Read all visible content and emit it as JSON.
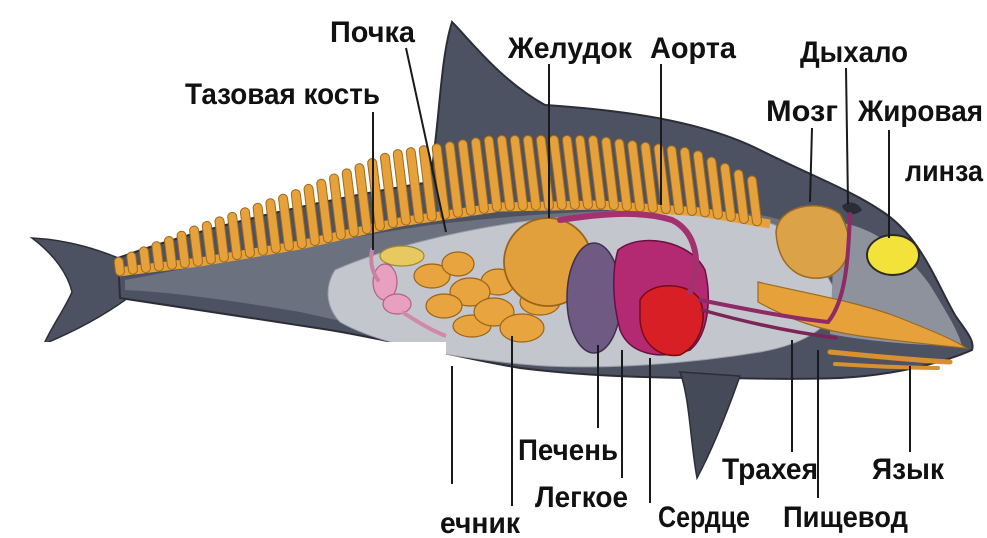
{
  "labels": {
    "kidney": "Почка",
    "pelvic_bone": "Тазовая кость",
    "stomach": "Желудок",
    "aorta": "Аорта",
    "blowhole": "Дыхало",
    "brain": "Мозг",
    "fat_lens_line1": "Жировая",
    "fat_lens_line2": "линза",
    "liver": "Печень",
    "lung": "Легкое",
    "heart": "Сердце",
    "trachea": "Трахея",
    "esophagus": "Пищевод",
    "tongue": "Язык",
    "intestine": "ечник"
  },
  "colors": {
    "background": "#ffffff",
    "body": "#4d5262",
    "body_midtone": "#6c717f",
    "body_cavity": "#c3c6cd",
    "head_interior": "#8e929d",
    "bone": "#e6a13a",
    "stomach": "#e2a03c",
    "intestine": "#e8a43e",
    "liver": "#6e5a82",
    "lung": "#b42a72",
    "heart": "#d81f26",
    "vessel": "#a3316f",
    "brain": "#dca248",
    "fat_lens": "#f2e23a",
    "bladder": "#e8a0c0",
    "kidney": "#e8c860",
    "label_text": "#111111"
  }
}
